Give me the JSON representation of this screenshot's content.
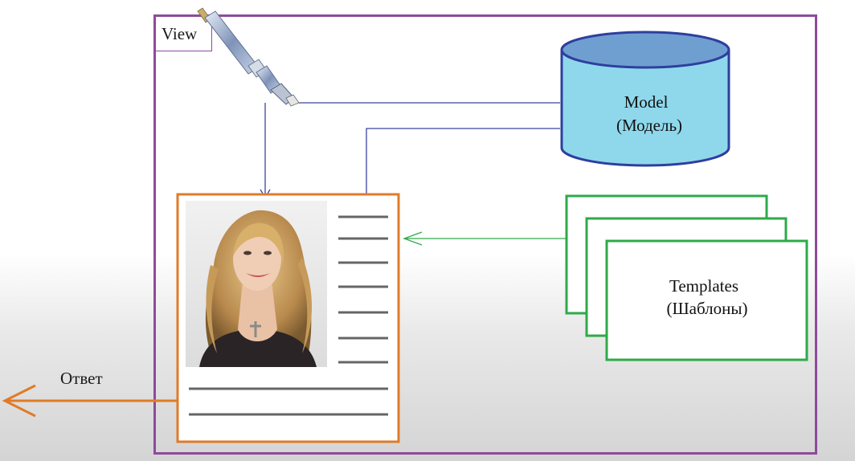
{
  "view": {
    "label": "View"
  },
  "model": {
    "label": "Model",
    "label_ru": "(Модель)"
  },
  "templates": {
    "label": "Templates",
    "label_ru": "(Шаблоны)"
  },
  "response": {
    "label": "Ответ"
  },
  "colors": {
    "view_frame": "#8e4b9a",
    "model_fill": "#8fd8ec",
    "model_top": "#6f9fd0",
    "model_stroke": "#2e3f9e",
    "connector": "#3b44a0",
    "template_stroke": "#2eaa49",
    "response_page": "#e07b28",
    "text_lines": "#666666"
  },
  "icons": [
    "fountain-pen-icon",
    "photo-portrait",
    "arrow-left-icon"
  ]
}
